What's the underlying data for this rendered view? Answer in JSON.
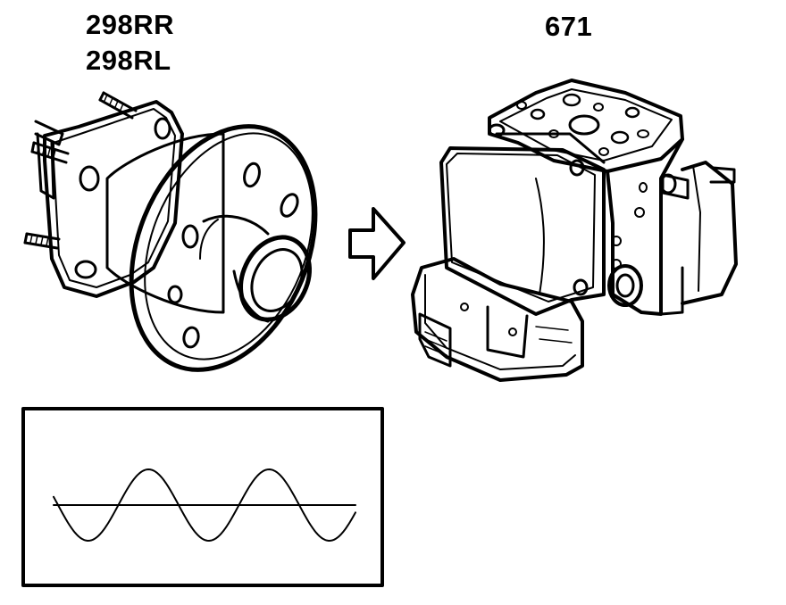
{
  "labels": {
    "wheel_hub_right": "298RR",
    "wheel_hub_left": "298RL",
    "abs_unit": "671"
  },
  "colors": {
    "line": "#000000",
    "background": "#ffffff"
  },
  "icons": {
    "arrow": "right-arrow-outline"
  }
}
